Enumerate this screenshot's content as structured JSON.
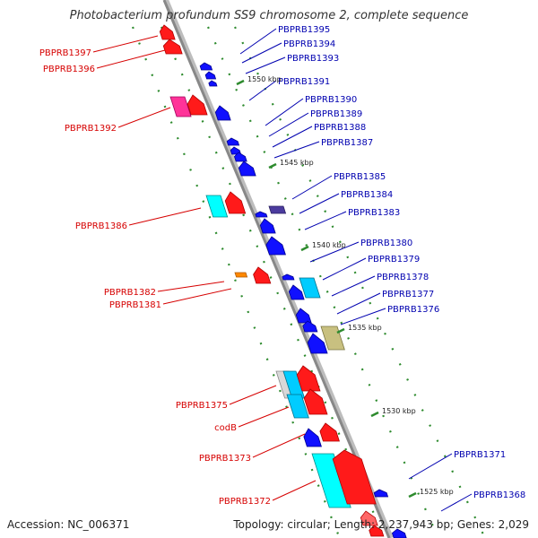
{
  "title": "Photobacterium profundum SS9 chromosome 2, complete sequence",
  "footer": {
    "accession": "Accession: NC_006371",
    "summary": "Topology: circular; Length: 2,237,943 bp; Genes: 2,029"
  },
  "colors": {
    "left_label": "#d60000",
    "right_label": "#0000b0",
    "backbone": "#888888",
    "tick_dots": "#2e8b2e"
  },
  "left_genes": [
    "PBPRB1397",
    "PBPRB1396",
    "PBPRB1392",
    "PBPRB1386",
    "PBPRB1382",
    "PBPRB1381",
    "PBPRB1375",
    "codB",
    "PBPRB1373",
    "PBPRB1372"
  ],
  "right_genes": [
    "PBPRB1395",
    "PBPRB1394",
    "PBPRB1393",
    "PBPRB1391",
    "PBPRB1390",
    "PBPRB1389",
    "PBPRB1388",
    "PBPRB1387",
    "PBPRB1385",
    "PBPRB1384",
    "PBPRB1383",
    "PBPRB1380",
    "PBPRB1379",
    "PBPRB1378",
    "PBPRB1377",
    "PBPRB1376",
    "PBPRB1371",
    "PBPRB1368"
  ],
  "kbp_ticks": [
    "1550 kbp",
    "1545 kbp",
    "1540 kbp",
    "1535 kbp",
    "1530 kbp",
    "1525 kbp"
  ]
}
